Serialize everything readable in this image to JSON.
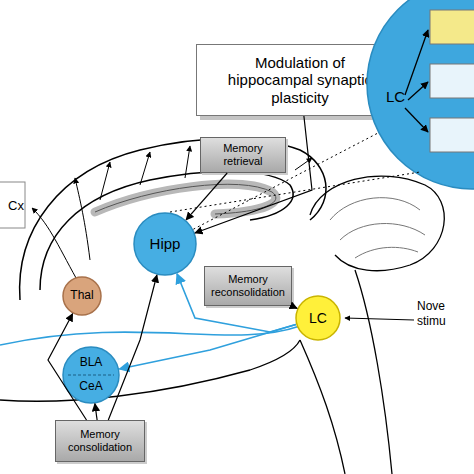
{
  "diagram": {
    "nodes": [
      {
        "text": [
          "Modulation of hippocampal synaptic plasticity"
        ]
      },
      {
        "text": [
          "LC"
        ]
      },
      {
        "text": [
          "Memory retrieval"
        ]
      },
      {
        "text": [
          "Hipp"
        ]
      },
      {
        "text": [
          "Memory reconsolidation"
        ]
      },
      {
        "text": [
          "Thal"
        ]
      },
      {
        "text": [
          "LC"
        ]
      },
      {
        "text": [
          "BLA",
          "CeA"
        ]
      },
      {
        "text": [
          "Memory consolidation"
        ]
      }
    ],
    "edges": [
      {
        "from": 0,
        "to": 3,
        "arrow": "to"
      },
      {
        "from": 2,
        "to": 3,
        "arrow": "to"
      },
      {
        "from": 3,
        "to": 1,
        "arrow": "none"
      },
      {
        "from": 4,
        "to": 6,
        "arrow": "to"
      },
      {
        "from": 6,
        "to": 3,
        "arrow": "to"
      },
      {
        "from": 6,
        "to": 7,
        "arrow": "to"
      },
      {
        "from": 8,
        "to": 7,
        "arrow": "to"
      },
      {
        "from": 8,
        "to": 5,
        "arrow": "to"
      },
      {
        "from": 8,
        "to": 3,
        "arrow": "to"
      }
    ],
    "labels": [
      "Cx",
      "Nove",
      "stimu"
    ]
  }
}
